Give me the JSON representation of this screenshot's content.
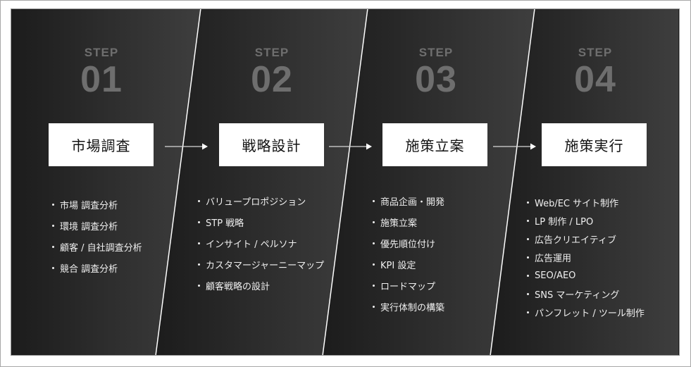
{
  "colors": {
    "panel_dark": "#1c1c1c",
    "panel_light": "#3e3e3e",
    "step_text": "#6e6e6e",
    "divider": "#ffffff",
    "title_box_bg": "#ffffff",
    "title_text": "#111111",
    "list_text": "#f0f0f0"
  },
  "steps": [
    {
      "label": "STEP",
      "number": "01",
      "title": "市場調査",
      "items": [
        "市場 調査分析",
        "環境 調査分析",
        "顧客 / 自社調査分析",
        "競合 調査分析"
      ]
    },
    {
      "label": "STEP",
      "number": "02",
      "title": "戦略設計",
      "items": [
        "バリュープロポジション",
        "STP 戦略",
        "インサイト / ペルソナ",
        "カスタマージャーニーマップ",
        "顧客戦略の設計"
      ]
    },
    {
      "label": "STEP",
      "number": "03",
      "title": "施策立案",
      "items": [
        "商品企画・開発",
        "施策立案",
        "優先順位付け",
        "KPI 設定",
        "ロードマップ",
        "実行体制の構築"
      ]
    },
    {
      "label": "STEP",
      "number": "04",
      "title": "施策実行",
      "items": [
        "Web/EC サイト制作",
        "LP 制作 / LPO",
        "広告クリエイティブ",
        "広告運用",
        "SEO/AEO",
        "SNS マーケティング",
        "パンフレット / ツール制作"
      ]
    }
  ],
  "icons": {
    "arrow": "arrow-right-icon",
    "bullet": "bullet-dot-icon"
  }
}
